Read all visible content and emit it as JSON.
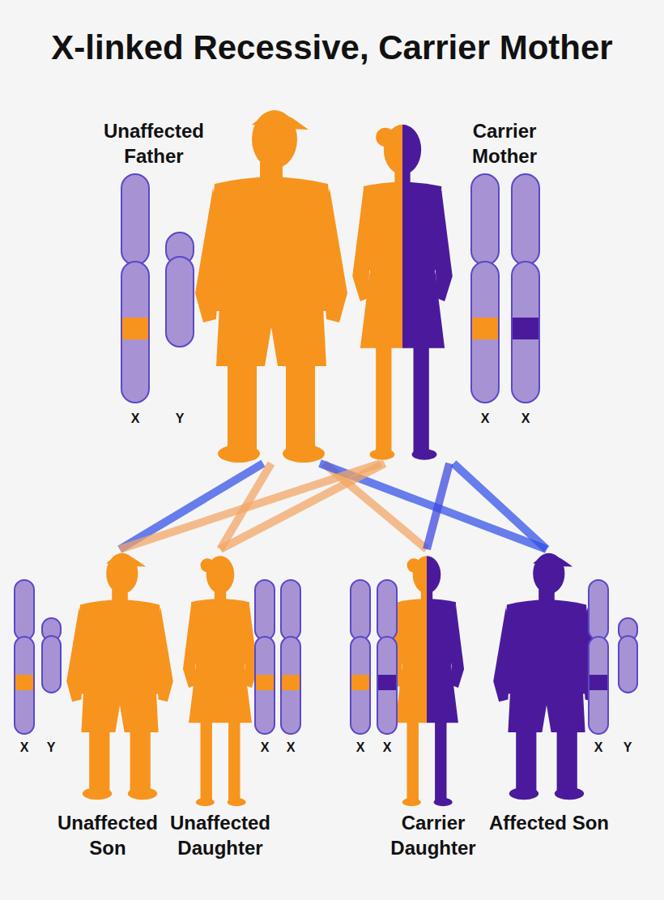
{
  "diagram": {
    "title": "X-linked Recessive, Carrier Mother",
    "nodes": [
      {
        "text": [
          "Unaffected Father"
        ]
      },
      {
        "text": [
          "Carrier Mother"
        ]
      },
      {
        "text": [
          "Unaffected Son"
        ]
      },
      {
        "text": [
          "Unaffected Daughter"
        ]
      },
      {
        "text": [
          "Carrier Daughter"
        ]
      },
      {
        "text": [
          "Affected Son"
        ]
      }
    ],
    "edges": [
      {
        "from": 0,
        "to": 2,
        "arrow": "none"
      },
      {
        "from": 0,
        "to": 3,
        "arrow": "none"
      },
      {
        "from": 0,
        "to": 4,
        "arrow": "none"
      },
      {
        "from": 0,
        "to": 5,
        "arrow": "none"
      },
      {
        "from": 1,
        "to": 2,
        "arrow": "none"
      },
      {
        "from": 1,
        "to": 3,
        "arrow": "none"
      },
      {
        "from": 1,
        "to": 4,
        "arrow": "none"
      },
      {
        "from": 1,
        "to": 5,
        "arrow": "none"
      }
    ],
    "labels": [
      "X",
      "Y",
      "X",
      "X",
      "X",
      "Y",
      "X",
      "X",
      "X",
      "X",
      "X",
      "Y"
    ]
  }
}
